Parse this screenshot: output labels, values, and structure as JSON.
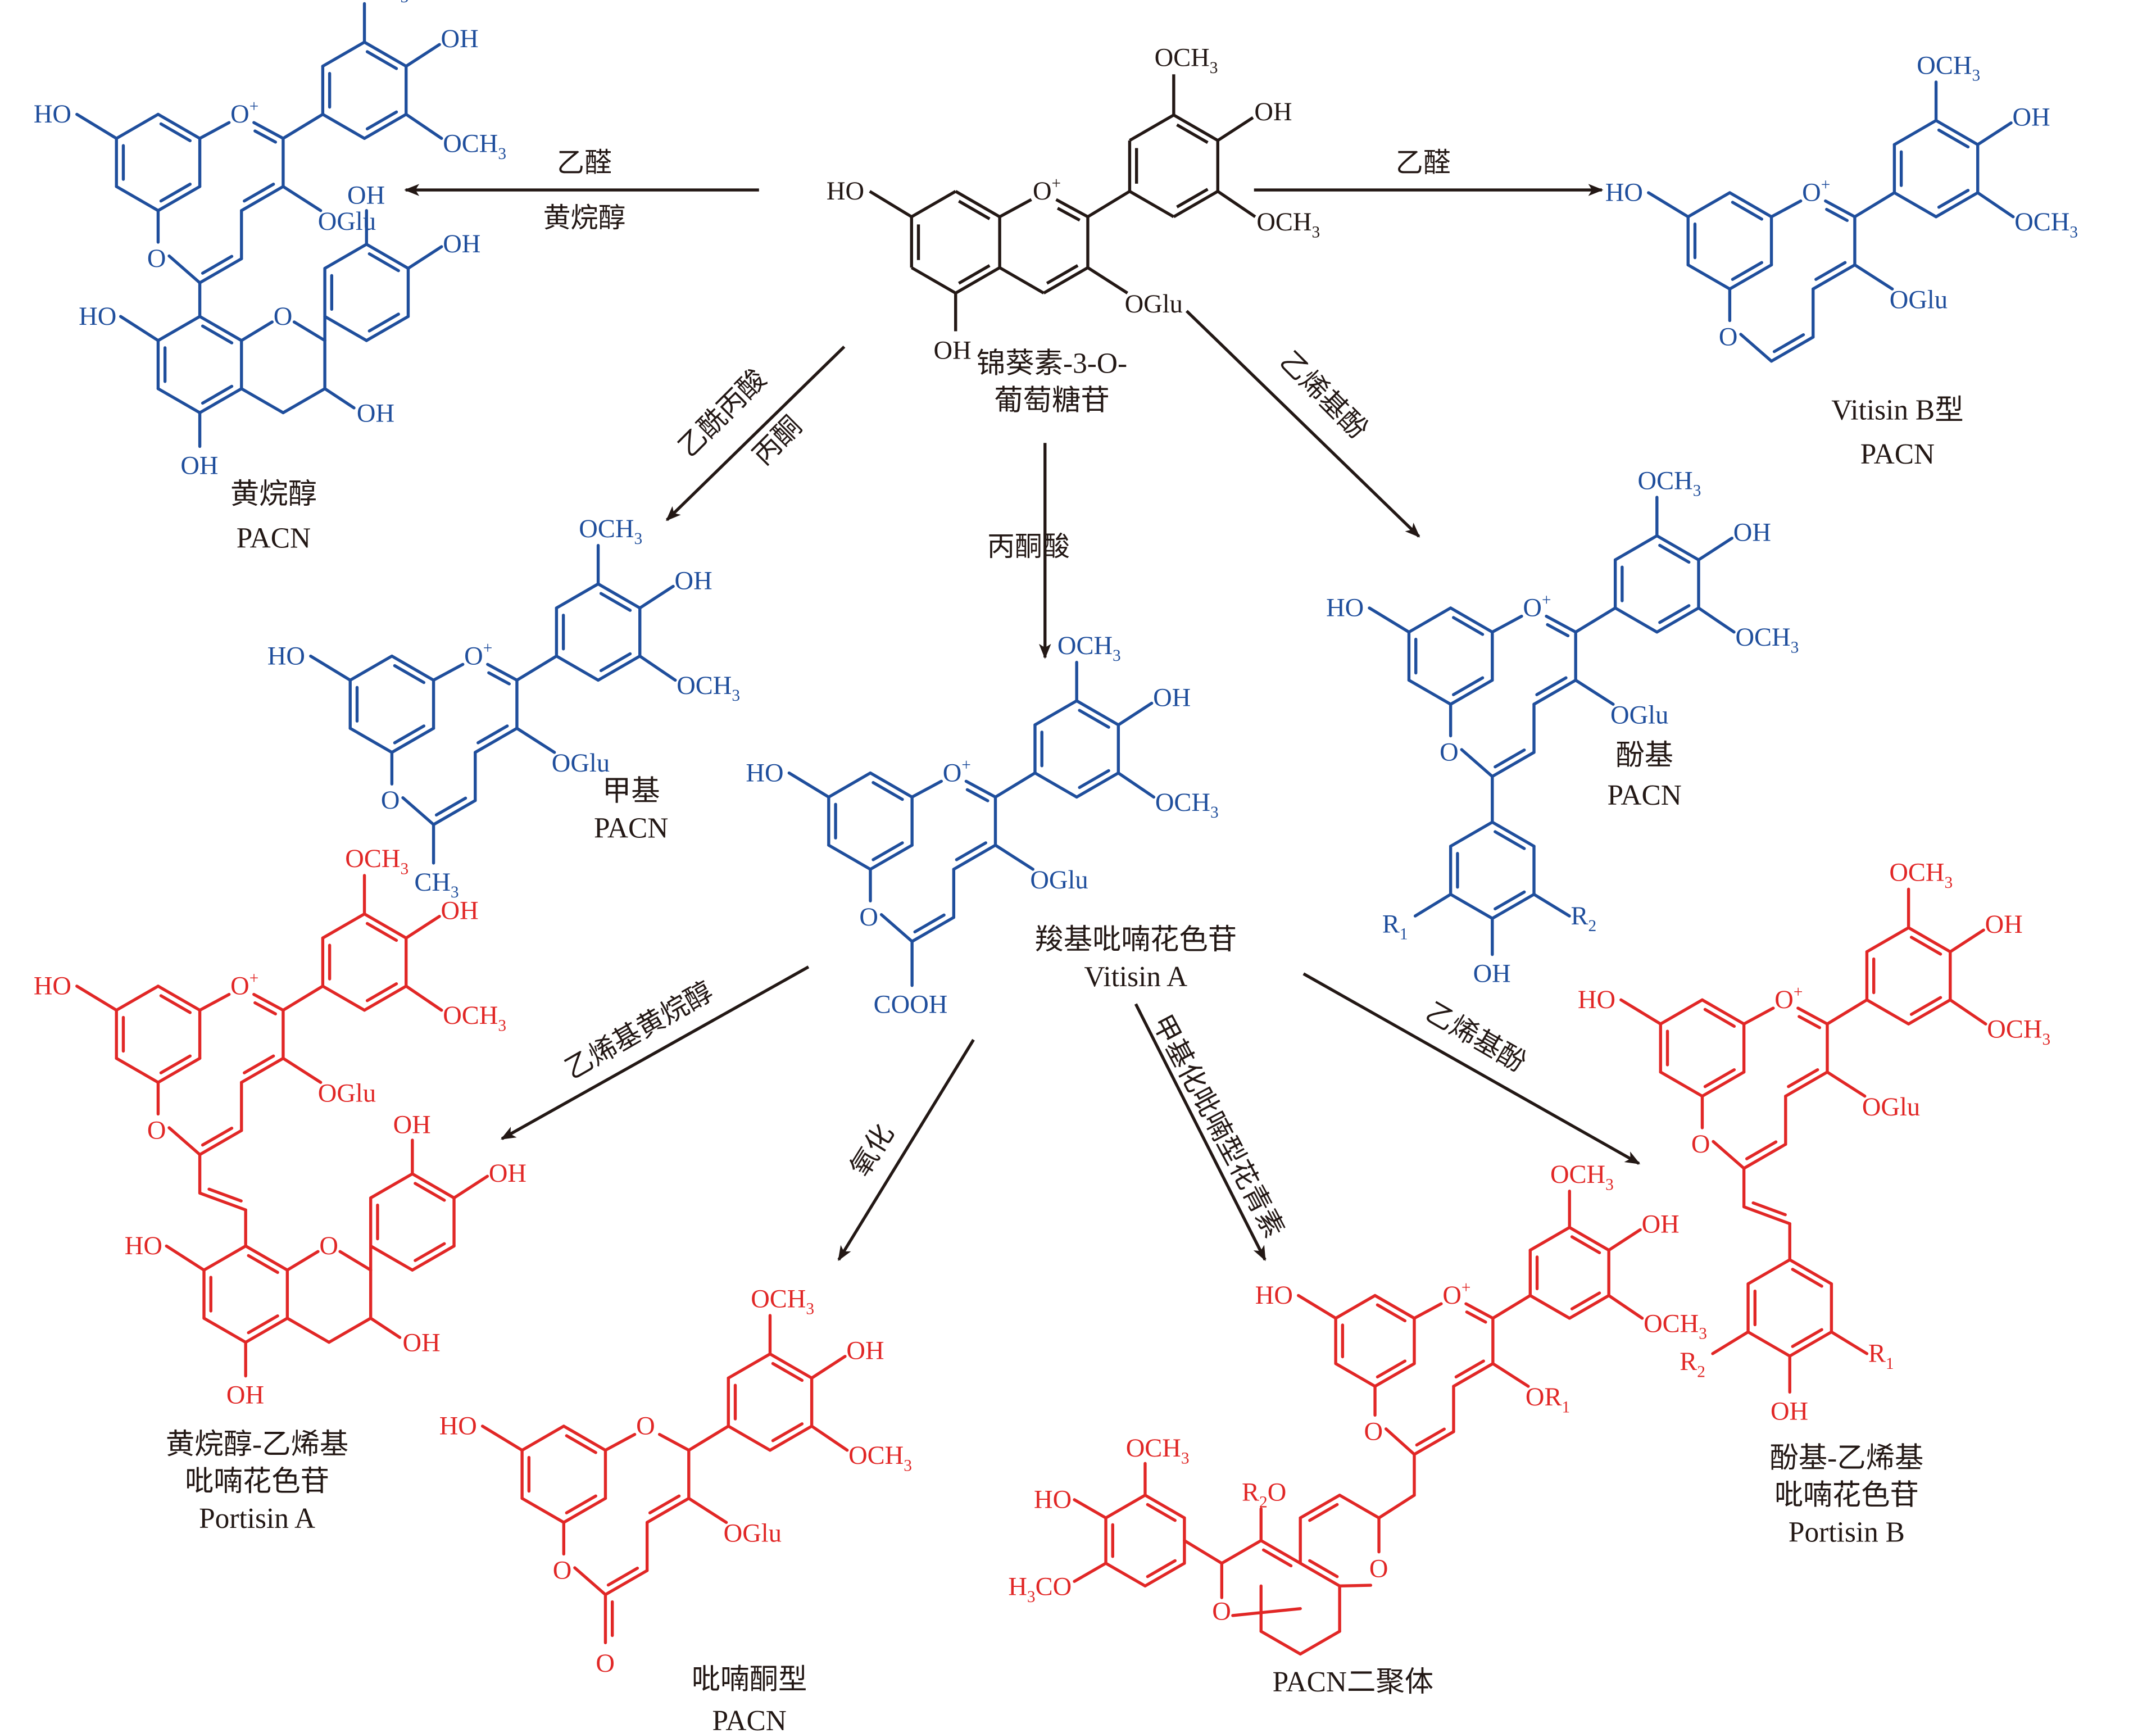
{
  "colors": {
    "stage1": "#1f4e9c",
    "stage2": "#e12726",
    "text": "#231815"
  },
  "compounds": {
    "malvidin": {
      "caption": [
        "锦葵素-3-O-",
        "葡萄糖苷"
      ]
    },
    "flavanol_pacn": {
      "caption": [
        "黄烷醇",
        "PACN"
      ]
    },
    "vitisin_b": {
      "caption": [
        "Vitisin B型",
        "PACN"
      ]
    },
    "methyl_pacn": {
      "caption": [
        "甲基",
        "PACN"
      ]
    },
    "vitisin_a": {
      "caption": [
        "羧基吡喃花色苷",
        "Vitisin A"
      ]
    },
    "phenyl_pacn": {
      "caption": [
        "酚基",
        "PACN"
      ]
    },
    "portisin_a": {
      "caption": [
        "黄烷醇-乙烯基",
        "吡喃花色苷",
        "Portisin A"
      ]
    },
    "pyranone": {
      "caption": [
        "吡喃酮型",
        "PACN"
      ]
    },
    "dimer": {
      "caption": [
        "PACN二聚体"
      ]
    },
    "portisin_b": {
      "caption": [
        "酚基-乙烯基",
        "吡喃花色苷",
        "Portisin B"
      ]
    }
  },
  "reactions": {
    "to_flavanol": [
      "乙醛",
      "黄烷醇"
    ],
    "to_vitisin_b": [
      "乙醛"
    ],
    "to_methyl": [
      "乙酰丙酸",
      "丙酮"
    ],
    "to_vitisin_a": [
      "丙酮酸"
    ],
    "to_phenyl": [
      "乙烯基酚"
    ],
    "to_portisin_a": [
      "乙烯基黄烷醇"
    ],
    "to_pyranone": [
      "氧化"
    ],
    "to_dimer": [
      "甲基化吡喃型花青素"
    ],
    "to_portisin_b": [
      "乙烯基酚"
    ]
  },
  "atoms": {
    "och3": "OCH",
    "sub3": "3",
    "oh": "OH",
    "ho": "HO",
    "oplus": "O",
    "plus": "+",
    "o": "O",
    "oglu": "OGlu",
    "ch3": "CH",
    "cooh": "COOH",
    "r": "R",
    "sub1": "1",
    "sub2": "2",
    "or1": "OR",
    "r2o_r": "R",
    "r2o_o": "O",
    "h3co_h": "H",
    "h3co_co": "CO"
  }
}
